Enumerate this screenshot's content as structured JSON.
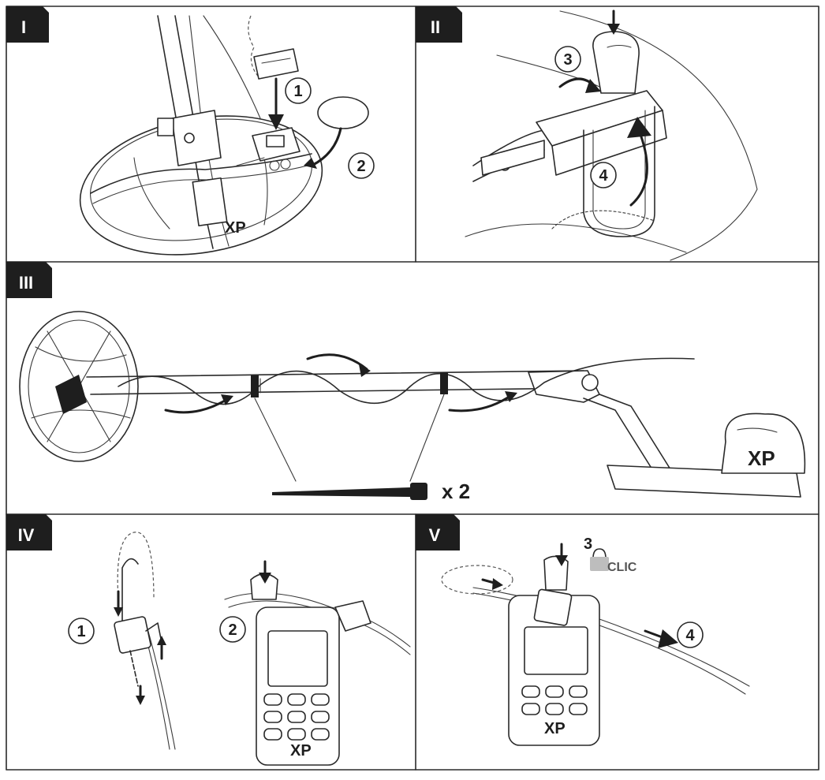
{
  "panels": [
    {
      "id": "I",
      "label": "I",
      "steps": [
        "1",
        "2"
      ]
    },
    {
      "id": "II",
      "label": "II",
      "steps": [
        "3",
        "4"
      ]
    },
    {
      "id": "III",
      "label": "III",
      "quantity_text": "x 2"
    },
    {
      "id": "IV",
      "label": "IV",
      "steps": [
        "1",
        "2"
      ]
    },
    {
      "id": "V",
      "label": "V",
      "steps": [
        "3",
        "4"
      ],
      "clic_text": "CLIC"
    }
  ],
  "branding": {
    "logo_text": "XP"
  },
  "colors": {
    "ink": "#1e1e1e",
    "background": "#ffffff",
    "tab": "#1e1e1e",
    "clic": "#555555"
  }
}
